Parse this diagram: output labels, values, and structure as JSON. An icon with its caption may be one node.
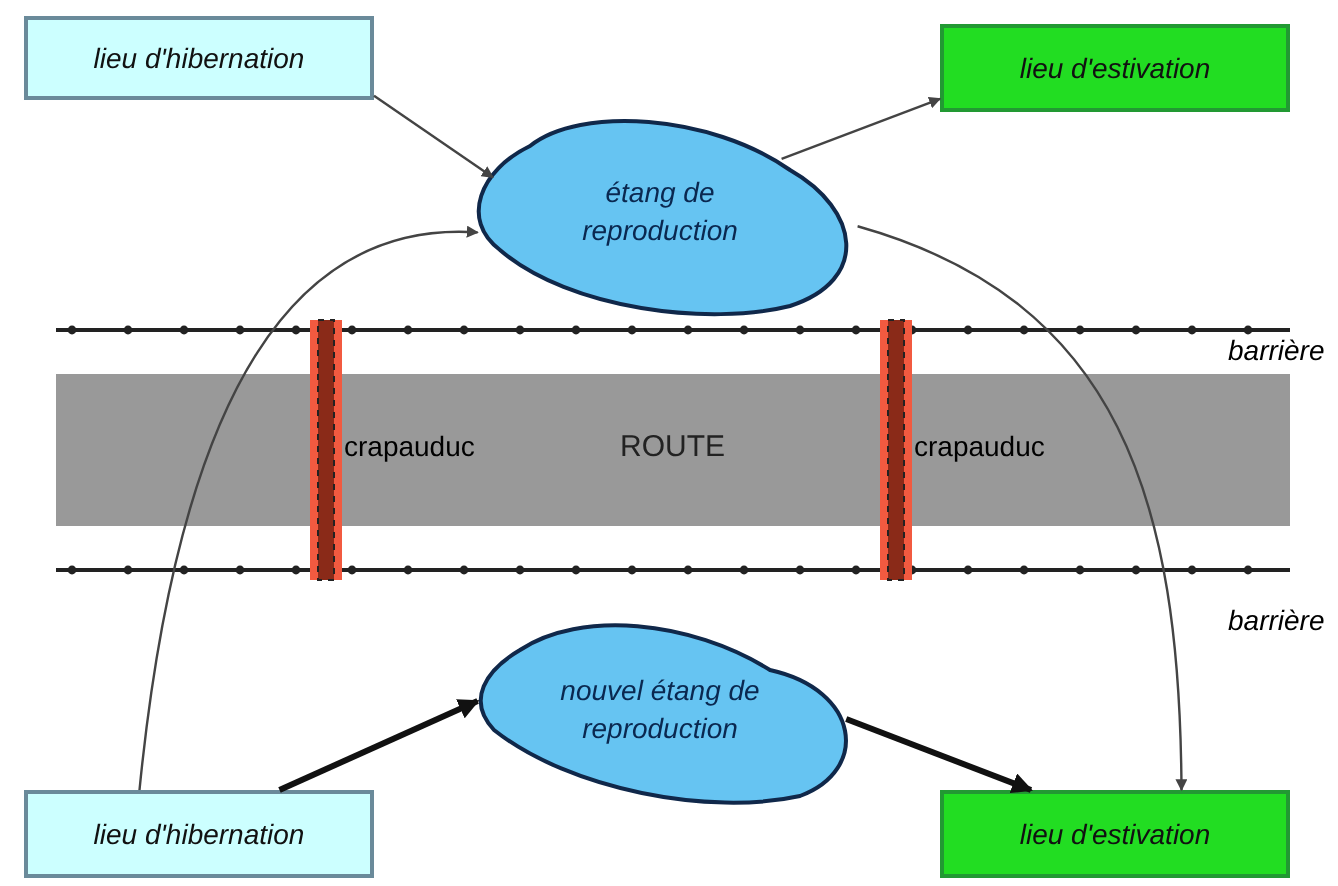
{
  "diagram": {
    "nodes": [
      {
        "text": [
          "lieu d'hibernation"
        ]
      },
      {
        "text": [
          "lieu d'estivation"
        ]
      },
      {
        "text": [
          "étang de reproduction"
        ]
      },
      {
        "text": [
          "nouvel étang de reproduction"
        ]
      },
      {
        "text": [
          "lieu d'hibernation"
        ]
      },
      {
        "text": [
          "lieu d'estivation"
        ]
      }
    ],
    "edges": [
      {
        "from": 0,
        "to": 2,
        "arrow": "to"
      },
      {
        "from": 2,
        "to": 1,
        "arrow": "to"
      },
      {
        "from": 4,
        "to": 2,
        "arrow": "to"
      },
      {
        "from": 2,
        "to": 5,
        "arrow": "to"
      },
      {
        "from": 4,
        "to": 3,
        "arrow": "to",
        "style": "thick"
      },
      {
        "from": 3,
        "to": 5,
        "arrow": "to",
        "style": "thick"
      }
    ],
    "labels": [
      "barrière",
      "crapauduc",
      "ROUTE",
      "crapauduc",
      "barrière"
    ]
  }
}
